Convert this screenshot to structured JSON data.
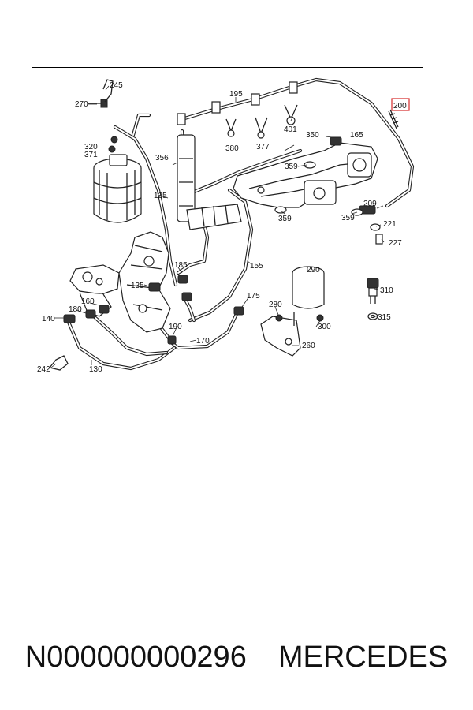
{
  "footer": {
    "part_number": "N000000000296",
    "brand": "MERCEDES"
  },
  "highlight_color": "#d62a2a",
  "diagram": {
    "labels": {
      "l245": "245",
      "l270": "270",
      "l195": "195",
      "l200": "200",
      "l320": "320",
      "l371": "371",
      "l356": "356",
      "l125": "125",
      "l380": "380",
      "l377": "377",
      "l401": "401",
      "l350": "350",
      "l165": "165",
      "l359a": "359",
      "l359b": "359",
      "l359c": "359",
      "l209": "209",
      "l221": "221",
      "l227": "227",
      "l155": "155",
      "l185": "185",
      "l135": "135",
      "l290": "290",
      "l310": "310",
      "l140": "140",
      "l180": "180",
      "l160": "160",
      "l175": "175",
      "l280": "280",
      "l300": "300",
      "l315": "315",
      "l190": "190",
      "l170": "170",
      "l260": "260",
      "l242": "242",
      "l130": "130"
    },
    "highlighted_part": "200"
  }
}
